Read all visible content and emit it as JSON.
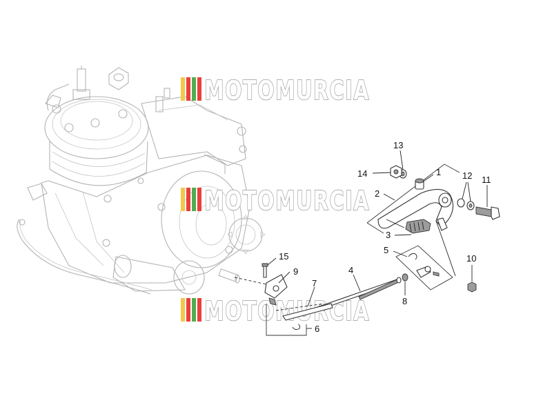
{
  "watermark": {
    "text": "MOTOMURCIA",
    "stripe_colors": [
      "#f2c84b",
      "#e8413a",
      "#4fae4f",
      "#e8413a"
    ]
  },
  "callouts": [
    {
      "id": "1",
      "label": "1"
    },
    {
      "id": "2",
      "label": "2"
    },
    {
      "id": "3",
      "label": "3"
    },
    {
      "id": "4",
      "label": "4"
    },
    {
      "id": "5",
      "label": "5"
    },
    {
      "id": "6",
      "label": "6"
    },
    {
      "id": "7",
      "label": "7"
    },
    {
      "id": "8",
      "label": "8"
    },
    {
      "id": "9",
      "label": "9"
    },
    {
      "id": "10",
      "label": "10"
    },
    {
      "id": "11",
      "label": "11"
    },
    {
      "id": "12",
      "label": "12"
    },
    {
      "id": "13",
      "label": "13"
    },
    {
      "id": "14",
      "label": "14"
    },
    {
      "id": "15",
      "label": "15"
    }
  ]
}
